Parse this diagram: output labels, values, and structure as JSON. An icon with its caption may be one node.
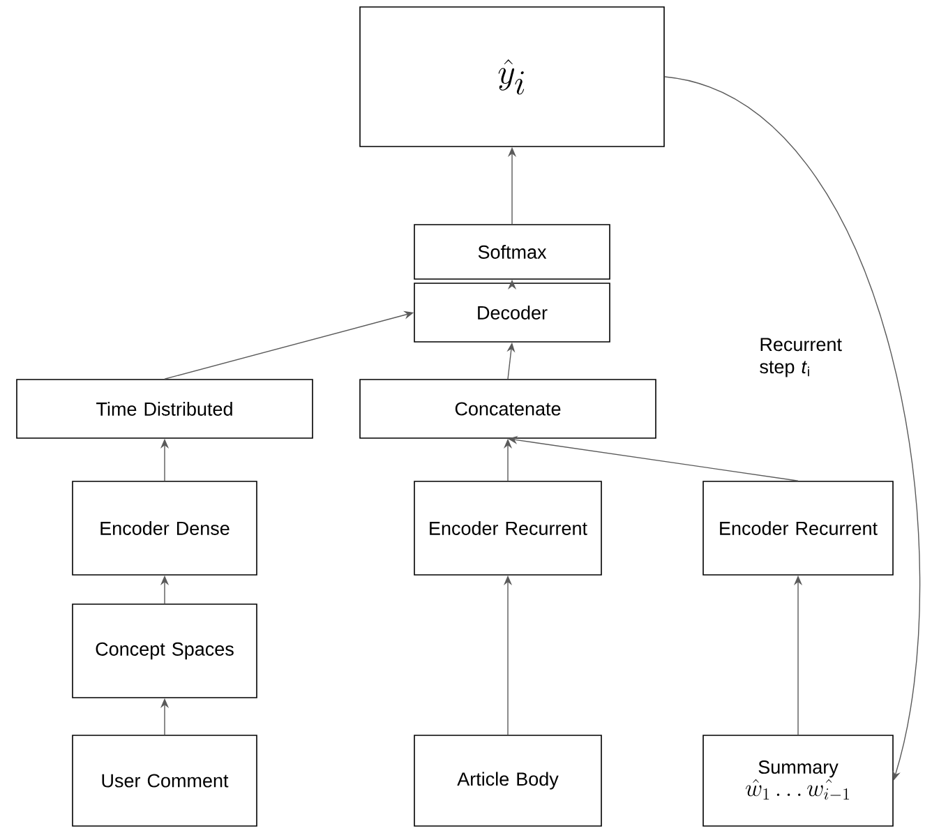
{
  "diagram": {
    "nodes": [
      {
        "text": [
          "\\hat{y}_i"
        ]
      },
      {
        "text": [
          "Softmax"
        ]
      },
      {
        "text": [
          "Decoder"
        ]
      },
      {
        "text": [
          "Time Distributed"
        ]
      },
      {
        "text": [
          "Concatenate"
        ]
      },
      {
        "text": [
          "Encoder Dense"
        ]
      },
      {
        "text": [
          "Encoder Recurrent"
        ]
      },
      {
        "text": [
          "Encoder Recurrent"
        ]
      },
      {
        "text": [
          "Concept Spaces"
        ]
      },
      {
        "text": [
          "User Comment"
        ]
      },
      {
        "text": [
          "Article Body"
        ]
      },
      {
        "text": [
          "Summary",
          "\\hat{w}_1 \\ldots \\hat{w_{i-1}}"
        ]
      }
    ],
    "edges": [
      {
        "from": 9,
        "to": 8,
        "arrow": "to"
      },
      {
        "from": 8,
        "to": 5,
        "arrow": "to"
      },
      {
        "from": 5,
        "to": 3,
        "arrow": "to"
      },
      {
        "from": 3,
        "to": 2,
        "arrow": "to"
      },
      {
        "from": 10,
        "to": 6,
        "arrow": "to"
      },
      {
        "from": 6,
        "to": 4,
        "arrow": "to"
      },
      {
        "from": 7,
        "to": 4,
        "arrow": "to"
      },
      {
        "from": 11,
        "to": 7,
        "arrow": "to"
      },
      {
        "from": 4,
        "to": 2,
        "arrow": "to"
      },
      {
        "from": 2,
        "to": 1,
        "arrow": "to"
      },
      {
        "from": 1,
        "to": 0,
        "arrow": "to"
      },
      {
        "from": 0,
        "to": 11,
        "arrow": "to",
        "label": "Recurrent step *t*$_{i}$"
      }
    ]
  }
}
